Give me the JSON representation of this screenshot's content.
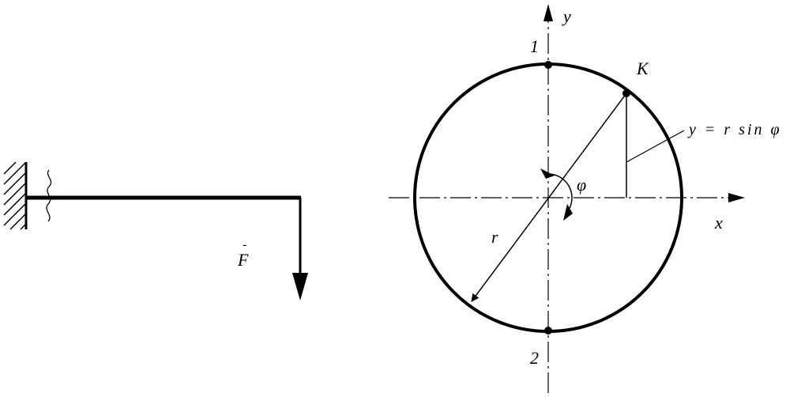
{
  "labels": {
    "force": "F",
    "force_bar": "-",
    "axis_y": "y",
    "axis_x": "x",
    "point_top": "1",
    "point_bottom": "2",
    "point_k": "K",
    "radius": "r",
    "angle": "φ",
    "formula": "y = r sin φ"
  }
}
